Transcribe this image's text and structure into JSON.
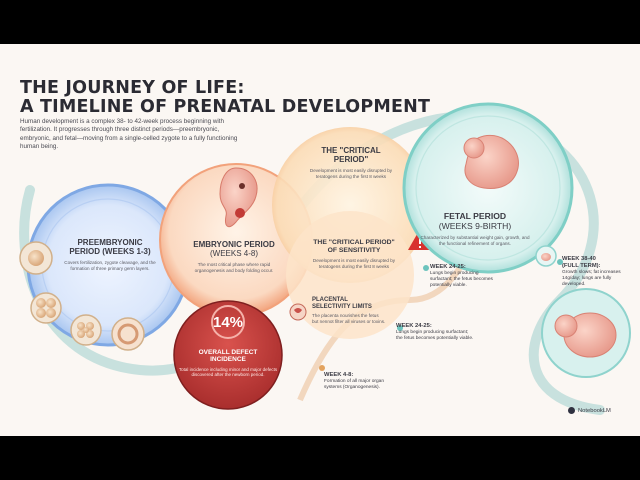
{
  "title_line1": "THE JOURNEY OF LIFE:",
  "title_line2": "A TIMELINE OF PRENATAL DEVELOPMENT",
  "intro": "Human development is a complex 38- to 42-week process beginning with fertilization. It progresses through three distinct periods—preembryonic, embryonic, and fetal—moving from a single-celled zygote to a fully functioning human being.",
  "preembryonic": {
    "heading_bold": "PREEMBRYONIC",
    "heading_rest": "PERIOD (WEEKS 1-3)",
    "text": "Covers fertilization, zygote cleavage, and the formation of three primary germ layers."
  },
  "embryonic": {
    "heading": "EMBRYONIC PERIOD",
    "sub": "(WEEKS 4-8)",
    "text": "The most critical phase where rapid organogenesis and body folding occur."
  },
  "critical": {
    "heading_l1": "THE \"CRITICAL",
    "heading_l2": "PERIOD\"",
    "text": "Development is most easily disrupted by teratogens during the first 8 weeks"
  },
  "sensitivity": {
    "heading_l1": "THE \"CRITICAL PERIOD\"",
    "heading_l2": "OF SENSITIVITY",
    "text": "Development is most easily disrupted by teratogens during the first 8 weeks"
  },
  "placental": {
    "heading_l1": "PLACENTAL",
    "heading_l2": "SELECTIVITY LIMITS",
    "text": "The placenta nourishes the fetus but nennot filter all viruses or toxins."
  },
  "defect": {
    "percent": "14%",
    "heading_l1": "OVERALL DEFECT",
    "heading_l2": "INCIDENCE",
    "text": "Total incidence including minor and major defects discovered after the newborn period."
  },
  "fetal": {
    "heading": "FETAL PERIOD",
    "sub": "(WEEKS 9-BIRTH)",
    "text": "Characterized by substantial weight gain, growth, and the functional refinement of organs."
  },
  "week_4_8": {
    "heading": "WEEK 4-8:",
    "text": "Formation of all major organ systems (Organogenesis)."
  },
  "week_24_25a": {
    "heading": "WEEK 24-25:",
    "text": "Lungs begin producing surfactant; the fetus becomes potentially viable."
  },
  "week_24_25b": {
    "heading": "WEEK 24-25:",
    "text": "Lungs begin producing surfactant; the fetus becomes potentially viable."
  },
  "week_38_40": {
    "heading_l1": "WEEK 38-40",
    "heading_l2": "(FULL TERM):",
    "text": "Growth slows; fat increases 14g/day; lungs are fully developed."
  },
  "brand": "NotebookLM",
  "colors": {
    "background": "#fbf7f3",
    "preembryonic": "#8fb4e8",
    "embryonic": "#f4a57e",
    "critical": "#f7c88f",
    "defect": "#c43d3a",
    "fetal": "#6cc3bd",
    "warning": "#d8322e",
    "text": "#2b2b33"
  }
}
